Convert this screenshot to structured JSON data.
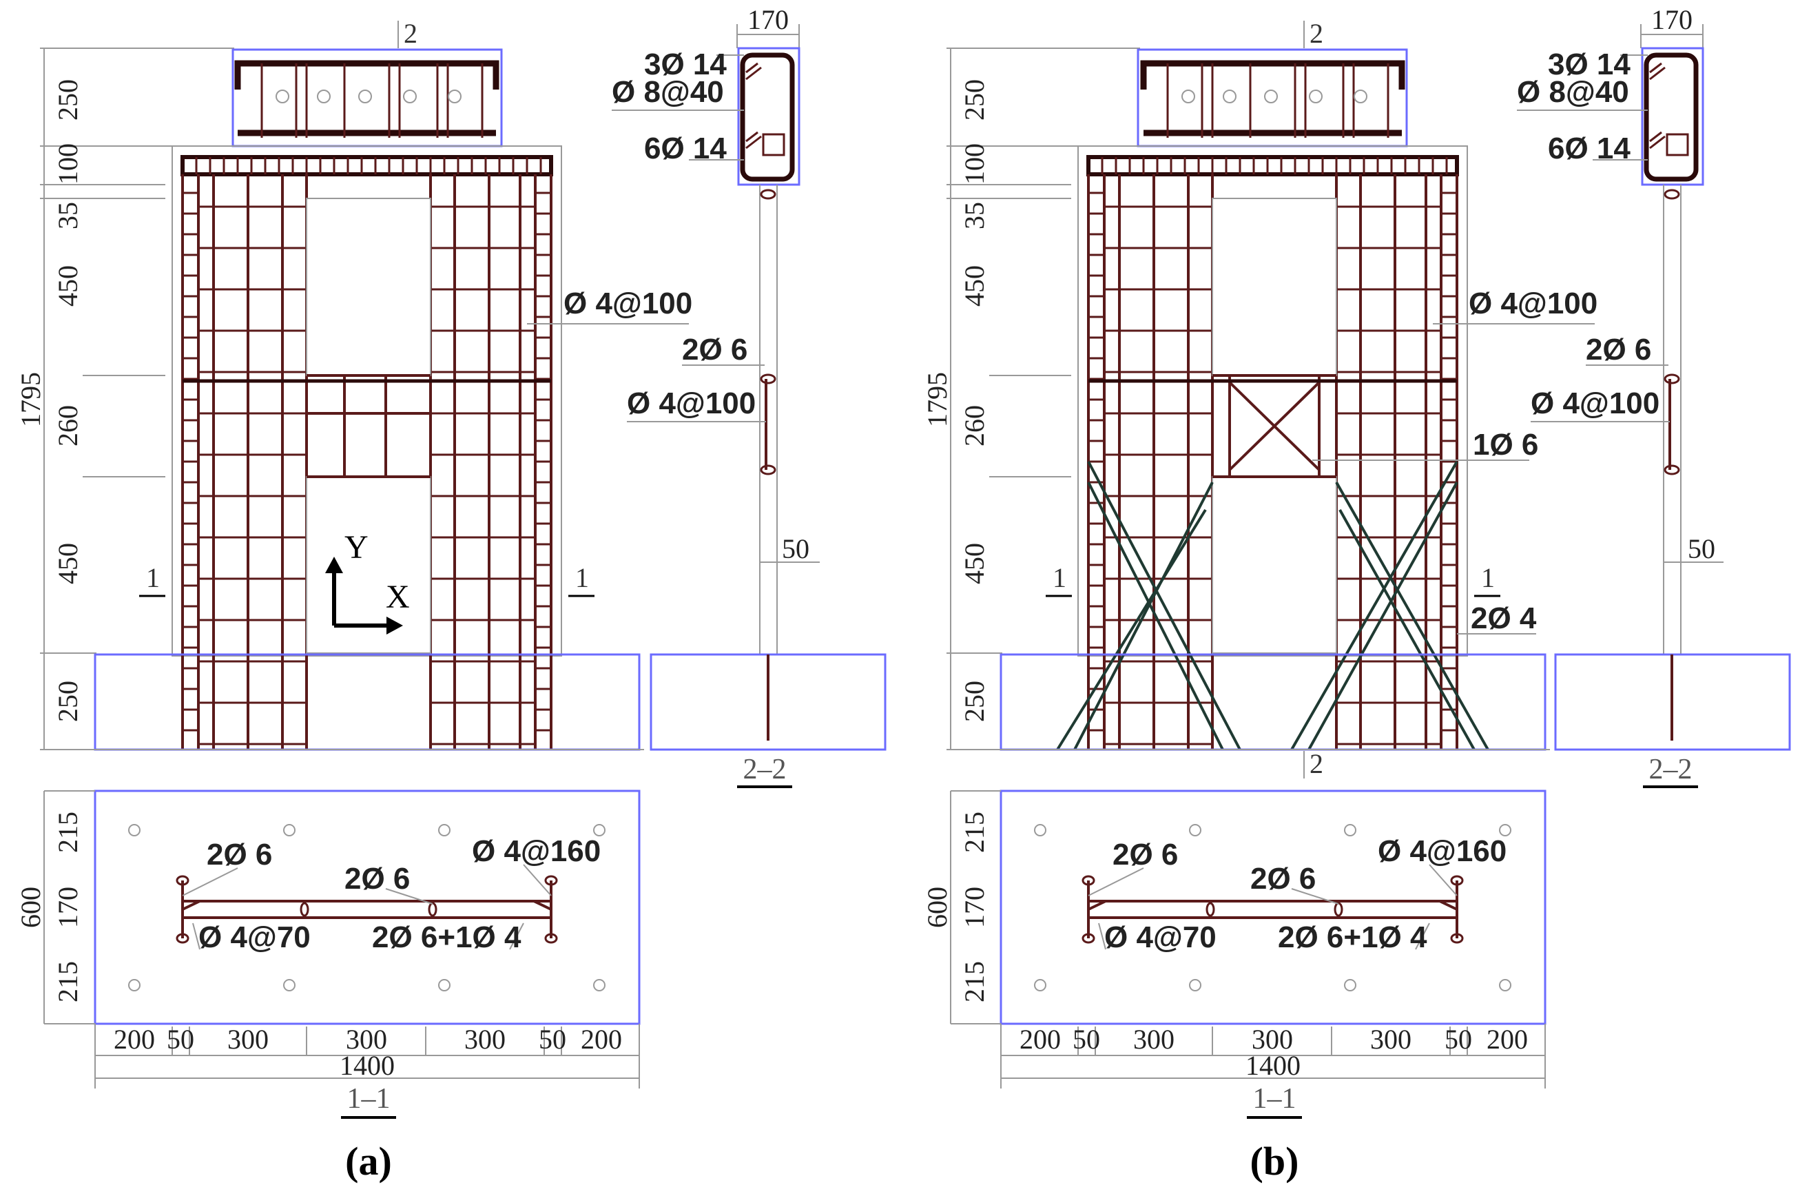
{
  "panels": [
    {
      "caption": "(a)",
      "elev_dims": [
        "250",
        "100",
        "35",
        "450",
        "260",
        "450",
        "250"
      ],
      "total_height": "1795",
      "labels": {
        "top_bars": "3Ø 14",
        "stirrup": "Ø 8@40",
        "bottom_bars": "6Ø 14",
        "web": "Ø 4@100",
        "bound": "2Ø 6",
        "web2": "Ø 4@100",
        "cover": "50"
      },
      "axis_y": "Y",
      "axis_x": "X",
      "cut_2_top": "2",
      "cut_1_left": "1",
      "cut_1_right": "1",
      "section_22": "2–2",
      "section_11": "1–1",
      "col_width": "170",
      "plan": {
        "dims_left": [
          "215",
          "170",
          "215"
        ],
        "depth": "600",
        "bar_tl": "2Ø 6",
        "bar_tm": "2Ø 6",
        "bar_tr": "Ø 4@160",
        "bar_bl": "Ø 4@70",
        "bar_bm": "2Ø 6+1Ø 4",
        "bottom_dims": [
          "200",
          "50",
          "300",
          "300",
          "300",
          "50",
          "200"
        ],
        "total": "1400"
      }
    },
    {
      "caption": "(b)",
      "elev_dims": [
        "250",
        "100",
        "35",
        "450",
        "260",
        "450",
        "250"
      ],
      "total_height": "1795",
      "labels": {
        "top_bars": "3Ø 14",
        "stirrup": "Ø 8@40",
        "bottom_bars": "6Ø 14",
        "web": "Ø 4@100",
        "bound": "2Ø 6",
        "web2": "Ø 4@100",
        "diag_beam": "1Ø 6",
        "diag_pier": "2Ø 4",
        "cover": "50"
      },
      "cut_2_top": "2",
      "cut_2_bottom": "2",
      "cut_1_left": "1",
      "cut_1_right": "1",
      "section_22": "2–2",
      "section_11": "1–1",
      "col_width": "170",
      "plan": {
        "dims_left": [
          "215",
          "170",
          "215"
        ],
        "depth": "600",
        "bar_tl": "2Ø 6",
        "bar_tm": "2Ø 6",
        "bar_tr": "Ø 4@160",
        "bar_bl": "Ø 4@70",
        "bar_bm": "2Ø 6+1Ø 4",
        "bottom_dims": [
          "200",
          "50",
          "300",
          "300",
          "300",
          "50",
          "200"
        ],
        "total": "1400"
      }
    }
  ],
  "colors": {
    "rebar": "#5a1a1a",
    "outline": "#6b6bff",
    "diagonal": "#1f3a32"
  }
}
